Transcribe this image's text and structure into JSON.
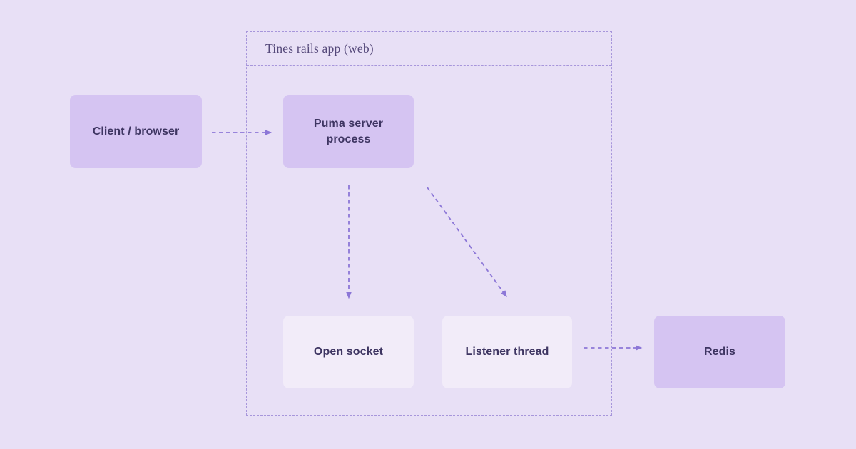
{
  "diagram": {
    "group": {
      "title": "Tines rails app (web)"
    },
    "nodes": [
      {
        "id": "client-browser",
        "label": "Client / browser",
        "style": "filled"
      },
      {
        "id": "puma-server-process",
        "label": "Puma server process",
        "style": "filled"
      },
      {
        "id": "open-socket",
        "label": "Open socket",
        "style": "light"
      },
      {
        "id": "listener-thread",
        "label": "Listener thread",
        "style": "light"
      },
      {
        "id": "redis",
        "label": "Redis",
        "style": "filled"
      }
    ],
    "edges": [
      {
        "from": "client-browser",
        "to": "puma-server-process",
        "style": "dashed-arrow"
      },
      {
        "from": "puma-server-process",
        "to": "open-socket",
        "style": "dashed-arrow"
      },
      {
        "from": "puma-server-process",
        "to": "listener-thread",
        "style": "dashed-arrow"
      },
      {
        "from": "listener-thread",
        "to": "redis",
        "style": "dashed-arrow"
      }
    ],
    "colors": {
      "background": "#e8e0f6",
      "node_filled": "#d5c4f2",
      "node_light": "#f2ecf9",
      "node_text": "#3e3562",
      "group_border": "#a796db",
      "group_title_text": "#55497a",
      "arrow": "#8c77d7"
    }
  }
}
